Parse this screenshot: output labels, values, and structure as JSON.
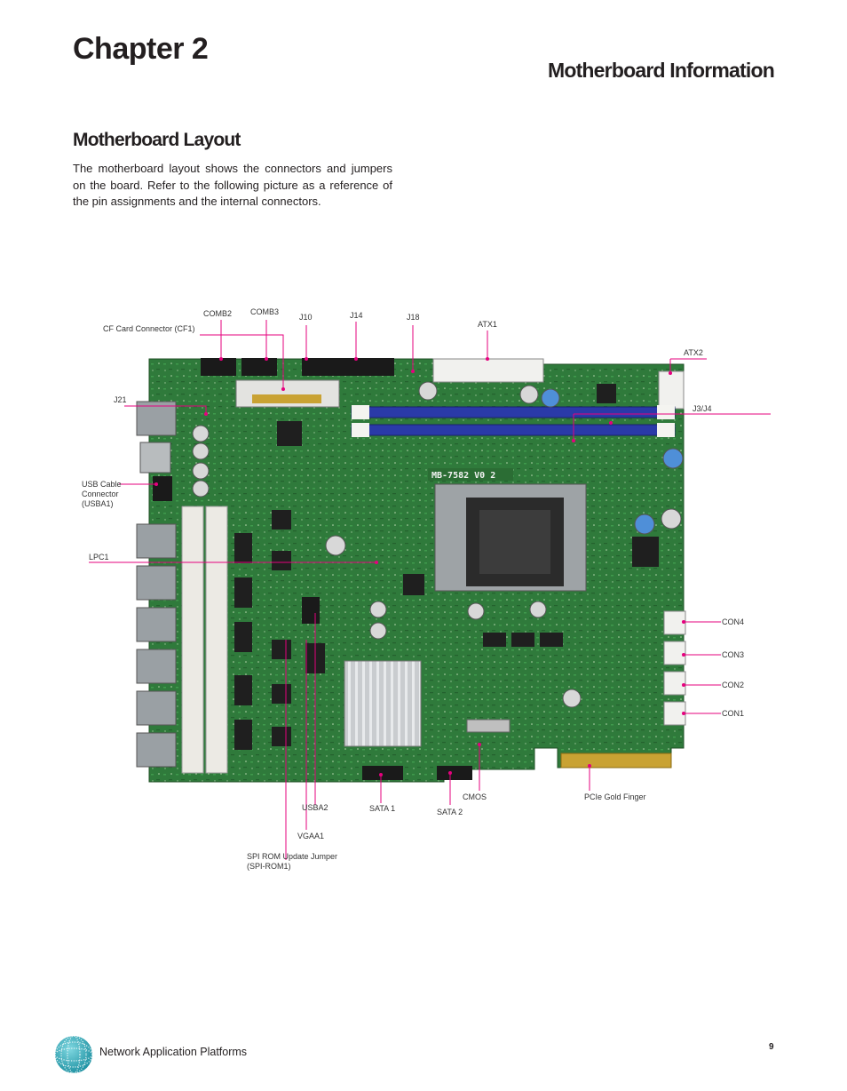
{
  "header": {
    "chapter": "Chapter 2",
    "section": "Motherboard Information"
  },
  "content": {
    "subtitle": "Motherboard Layout",
    "paragraph": "The motherboard layout shows the connectors and jumpers on the board. Refer to the following picture as a reference of the pin assignments and the internal connectors."
  },
  "figure": {
    "board_silk": "MB-7582 V0 2",
    "labels": {
      "comb2": "COMB2",
      "comb3": "COMB3",
      "j10": "J10",
      "j14": "J14",
      "j18": "J18",
      "atx1": "ATX1",
      "atx2": "ATX2",
      "cf1": "CF Card Connector (CF1)",
      "j21": "J21",
      "j3j4": "J3/J4",
      "usba1_l1": "USB Cable",
      "usba1_l2": "Connector",
      "usba1_l3": "(USBA1)",
      "lpc1": "LPC1",
      "con4": "CON4",
      "con3": "CON3",
      "con2": "CON2",
      "con1": "CON1",
      "usba2": "USBA2",
      "sata1": "SATA 1",
      "sata2": "SATA 2",
      "cmos": "CMOS",
      "pcie": "PCIe Gold Finger",
      "vgaa1": "VGAA1",
      "spi_l1": "SPI ROM Update Jumper",
      "spi_l2": "(SPI-ROM1)"
    },
    "colors": {
      "pcb": "#2e7d3a",
      "leader": "#e6007e",
      "dimm": "#2a3aa8",
      "gold": "#c9a233"
    }
  },
  "footer": {
    "text": "Network Application Platforms",
    "page": "9"
  }
}
